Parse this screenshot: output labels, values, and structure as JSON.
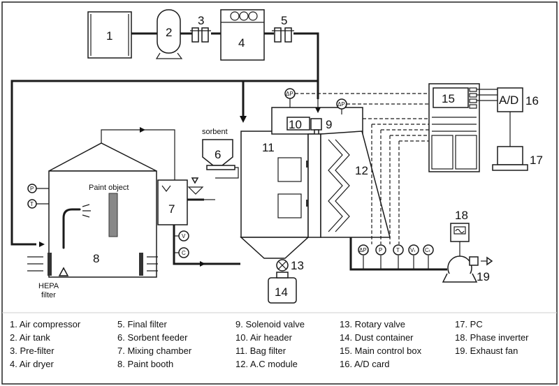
{
  "components": {
    "c1": "1",
    "c2": "2",
    "c3": "3",
    "c4": "4",
    "c5": "5",
    "c6": "6",
    "c7": "7",
    "c8": "8",
    "c9": "9",
    "c10": "10",
    "c11": "11",
    "c12": "12",
    "c13": "13",
    "c14": "14",
    "c15": "15",
    "c16": "16",
    "c17": "17",
    "c18": "18",
    "c19": "19"
  },
  "labels": {
    "sorbent": "sorbent",
    "paint_object": "Paint object",
    "hepa_line1": "HEPA",
    "hepa_line2": "filter",
    "ad_card": "A/D"
  },
  "sensors": {
    "dp1": "ΔP₁",
    "dp2": "ΔP₂",
    "dp3": "ΔP₃",
    "p": "P",
    "t": "T",
    "v": "V",
    "c": "C",
    "vt": "Vₜ",
    "ct": "Cₜ"
  },
  "legend": [
    [
      "1. Air compressor",
      "5. Final filter",
      "9. Solenoid valve",
      "13. Rotary valve",
      "17. PC"
    ],
    [
      "2. Air tank",
      "6. Sorbent feeder",
      "10. Air header",
      "14. Dust container",
      "18. Phase inverter"
    ],
    [
      "3. Pre-filter",
      "7. Mixing chamber",
      "11. Bag filter",
      "15. Main control box",
      "19. Exhaust fan"
    ],
    [
      "4. Air dryer",
      "8. Paint booth",
      "12. A.C module",
      "16. A/D card",
      ""
    ]
  ]
}
